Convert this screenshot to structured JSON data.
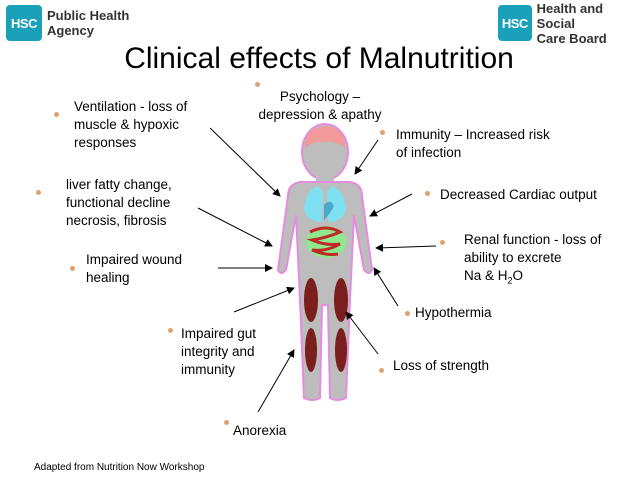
{
  "logos": {
    "left_badge": "HSC",
    "left_text": [
      "Public Health",
      "Agency"
    ],
    "right_badge": "HSC",
    "right_text": [
      "Health and Social",
      "Care Board"
    ]
  },
  "title": "Clinical effects of Malnutrition",
  "labels": {
    "psychology": [
      "Psychology –",
      "depression & apathy"
    ],
    "ventilation": [
      "Ventilation - loss of",
      "muscle & hypoxic",
      "responses"
    ],
    "immunity": [
      "Immunity – Increased risk",
      "of infection"
    ],
    "liver": [
      "liver fatty change,",
      "functional decline",
      "necrosis, fibrosis"
    ],
    "cardiac": [
      "Decreased Cardiac output"
    ],
    "renal": [
      "Renal function - loss of",
      "ability to excrete"
    ],
    "renal_formula": {
      "prefix": "Na & H",
      "sub": "2",
      "suffix": "O"
    },
    "wound": [
      "Impaired wound",
      "healing"
    ],
    "hypothermia": [
      "Hypothermia"
    ],
    "gut": [
      "Impaired gut",
      "integrity and",
      "immunity"
    ],
    "strength": [
      "Loss of strength"
    ],
    "anorexia": [
      "Anorexia"
    ]
  },
  "credit": "Adapted from Nutrition Now Workshop",
  "colors": {
    "accent": "#1aa0b8",
    "bullet": "#e0a070",
    "body_outline": "#e48ce0",
    "body_fill": "#bdbdbd",
    "brain": "#f29a9a",
    "lungs": "#7ee0f0",
    "stomach": "#8ee88e",
    "gut": "#c02828",
    "muscle": "#7a1e1e"
  }
}
